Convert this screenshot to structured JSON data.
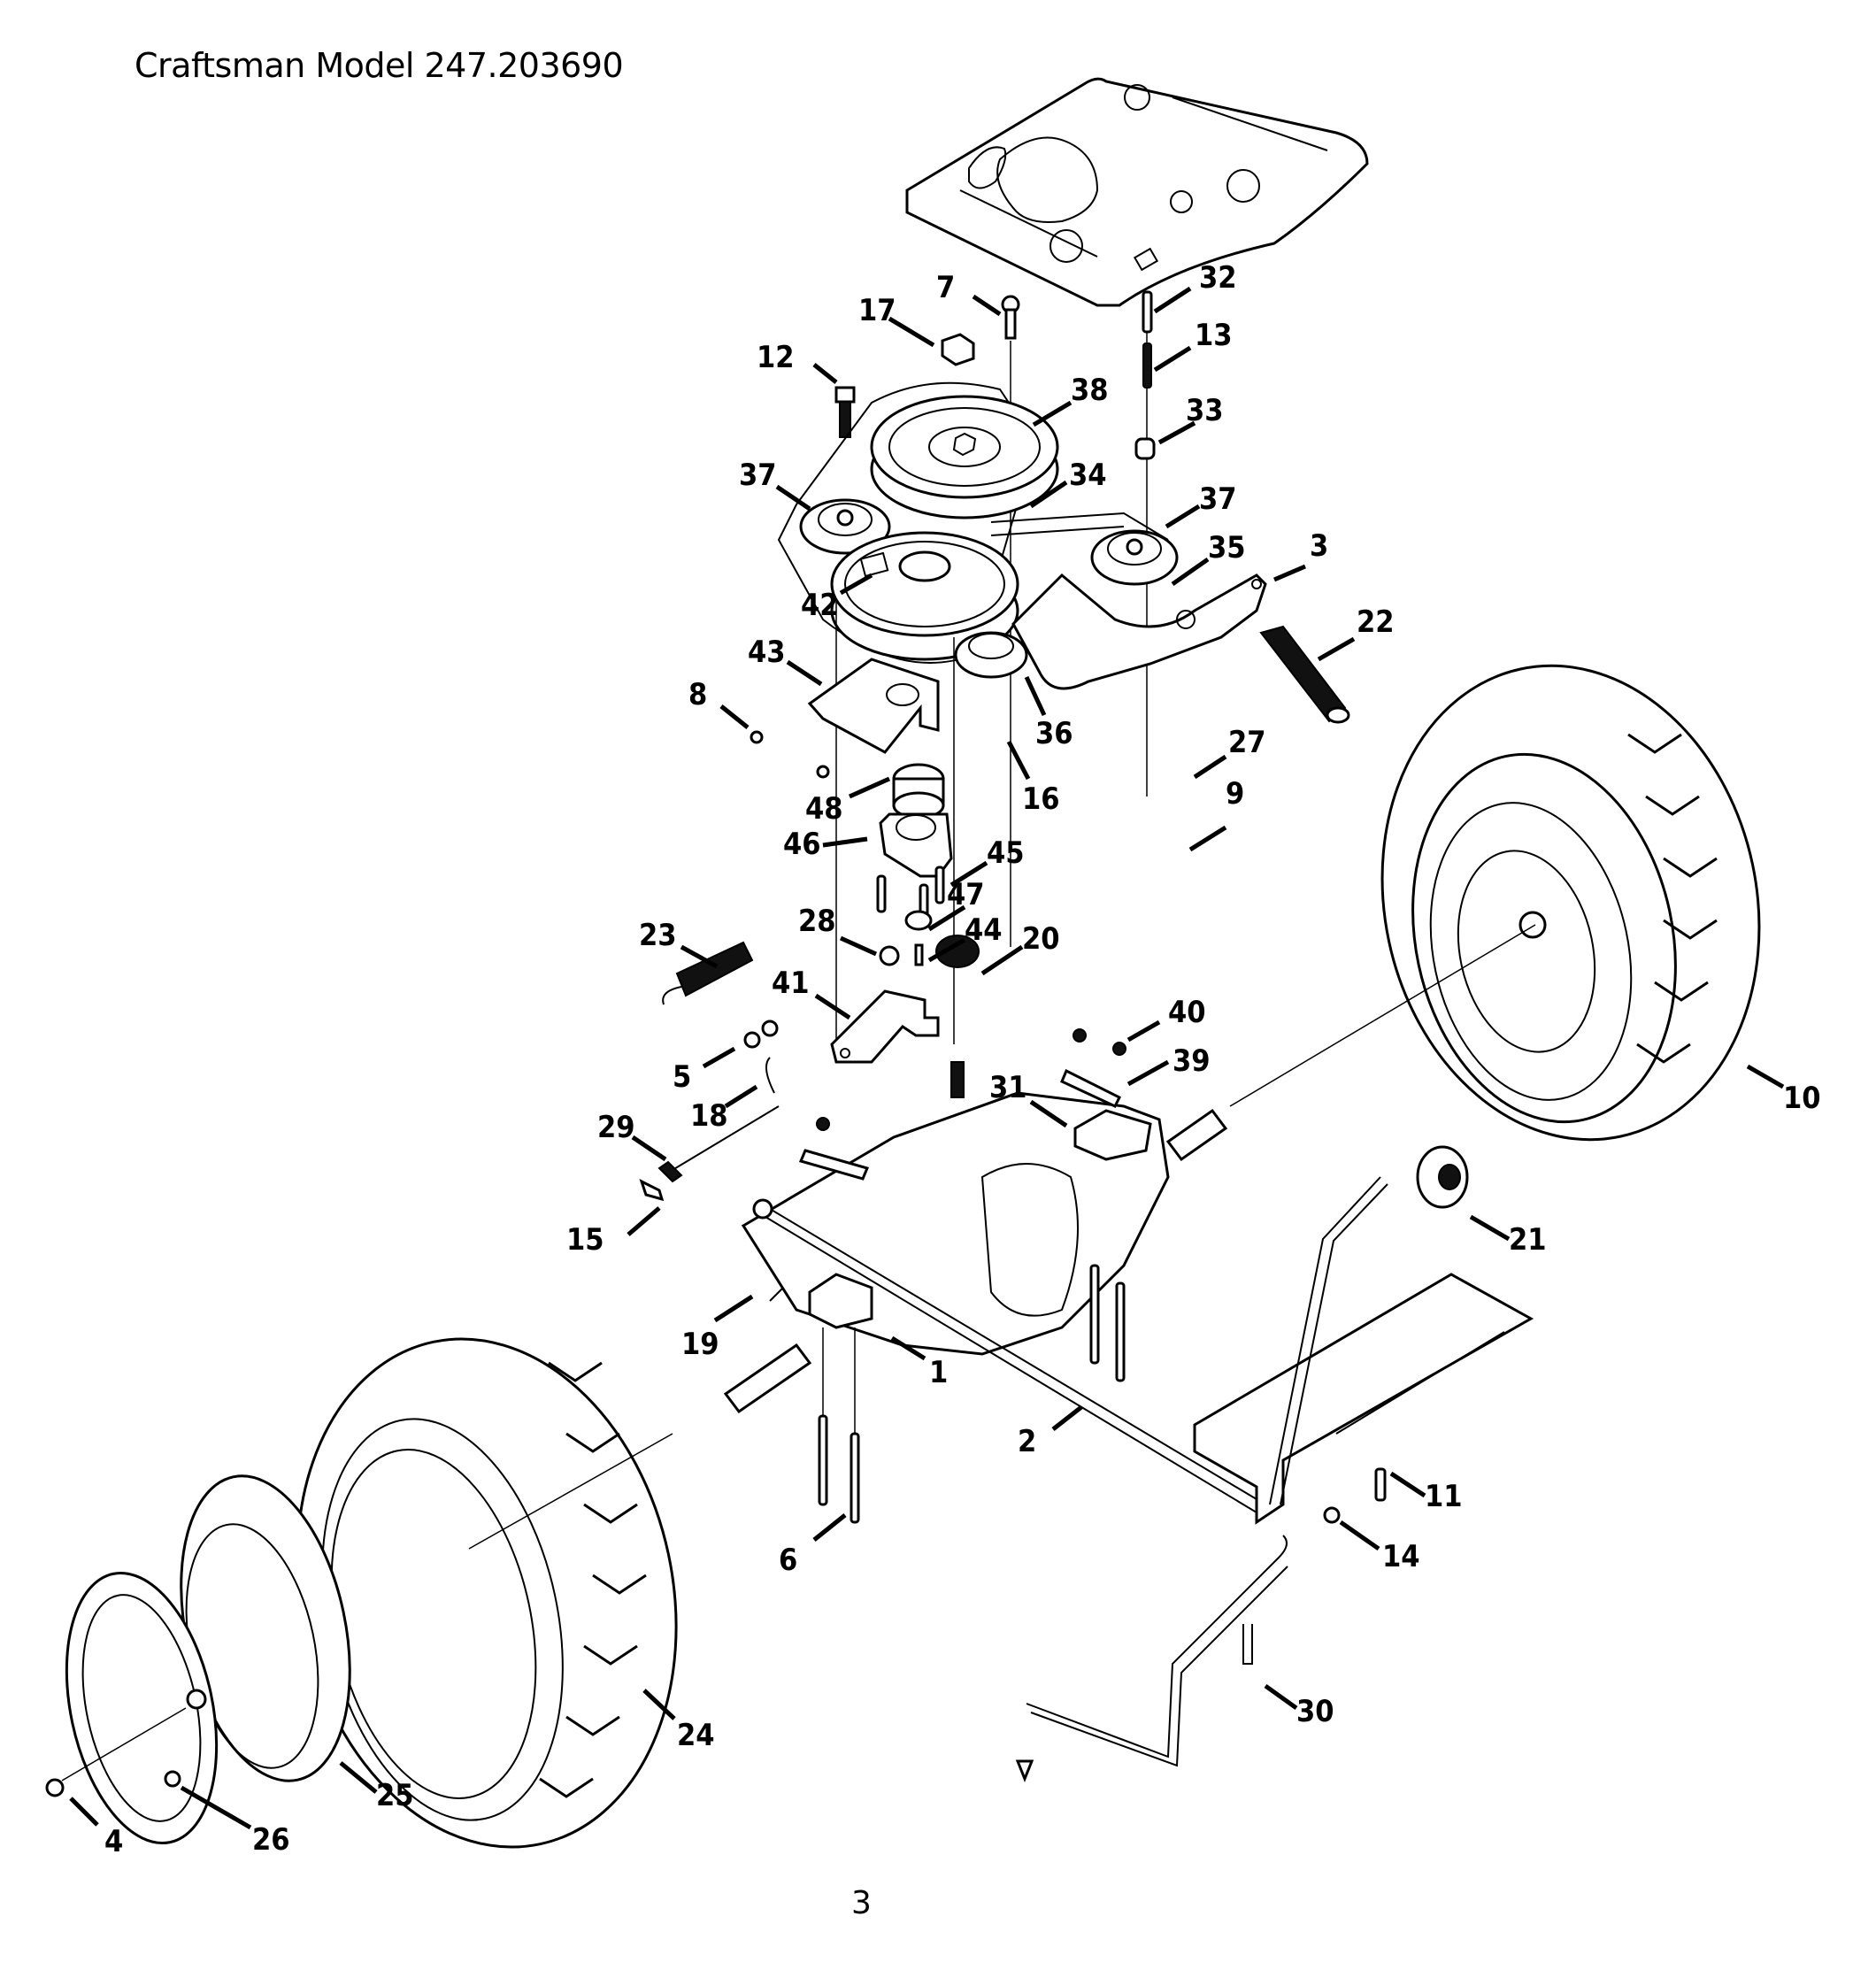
{
  "document": {
    "title": "Craftsman Model 247.203690",
    "page_number": "3"
  },
  "callouts": [
    {
      "id": "1",
      "part": "transaxle-frame"
    },
    {
      "id": "2",
      "part": "shift-rod"
    },
    {
      "id": "3",
      "part": "idler-bracket"
    },
    {
      "id": "4",
      "part": "wheel-bolt"
    },
    {
      "id": "5",
      "part": "bolt"
    },
    {
      "id": "6",
      "part": "long-bolt"
    },
    {
      "id": "7",
      "part": "pin"
    },
    {
      "id": "8",
      "part": "screw"
    },
    {
      "id": "9",
      "part": "shoulder-bolt"
    },
    {
      "id": "10",
      "part": "rear-wheel-right"
    },
    {
      "id": "11",
      "part": "shoulder-bolt"
    },
    {
      "id": "12",
      "part": "bolt"
    },
    {
      "id": "13",
      "part": "bolt"
    },
    {
      "id": "14",
      "part": "nut"
    },
    {
      "id": "15",
      "part": "ferrule"
    },
    {
      "id": "16",
      "part": "spacer"
    },
    {
      "id": "17",
      "part": "flange-nut"
    },
    {
      "id": "18",
      "part": "hairpin-clip"
    },
    {
      "id": "19",
      "part": "cotter-pin"
    },
    {
      "id": "20",
      "part": "bushing"
    },
    {
      "id": "21",
      "part": "knob"
    },
    {
      "id": "22",
      "part": "extension-spring"
    },
    {
      "id": "23",
      "part": "extension-spring"
    },
    {
      "id": "24",
      "part": "rear-tire-left"
    },
    {
      "id": "25",
      "part": "wheel-rim"
    },
    {
      "id": "26",
      "part": "valve-stem"
    },
    {
      "id": "27",
      "part": "flange-bushing"
    },
    {
      "id": "28",
      "part": "nut"
    },
    {
      "id": "29",
      "part": "rod"
    },
    {
      "id": "30",
      "part": "shift-lever-rod"
    },
    {
      "id": "31",
      "part": "clamp-block"
    },
    {
      "id": "32",
      "part": "spacer-tube"
    },
    {
      "id": "33",
      "part": "spacer"
    },
    {
      "id": "34",
      "part": "belt"
    },
    {
      "id": "35",
      "part": "belt"
    },
    {
      "id": "36",
      "part": "idler-pulley"
    },
    {
      "id": "37",
      "part": "idler-pulley"
    },
    {
      "id": "38",
      "part": "engine-pulley"
    },
    {
      "id": "39",
      "part": "strap"
    },
    {
      "id": "40",
      "part": "nut"
    },
    {
      "id": "41",
      "part": "bracket"
    },
    {
      "id": "42",
      "part": "transmission-pulley"
    },
    {
      "id": "43",
      "part": "mounting-bracket"
    },
    {
      "id": "44",
      "part": "pin"
    },
    {
      "id": "45",
      "part": "bolt"
    },
    {
      "id": "46",
      "part": "bearing-housing"
    },
    {
      "id": "47",
      "part": "washer"
    },
    {
      "id": "48",
      "part": "bearing"
    }
  ],
  "colors": {
    "line": "#000000",
    "background": "#ffffff"
  }
}
